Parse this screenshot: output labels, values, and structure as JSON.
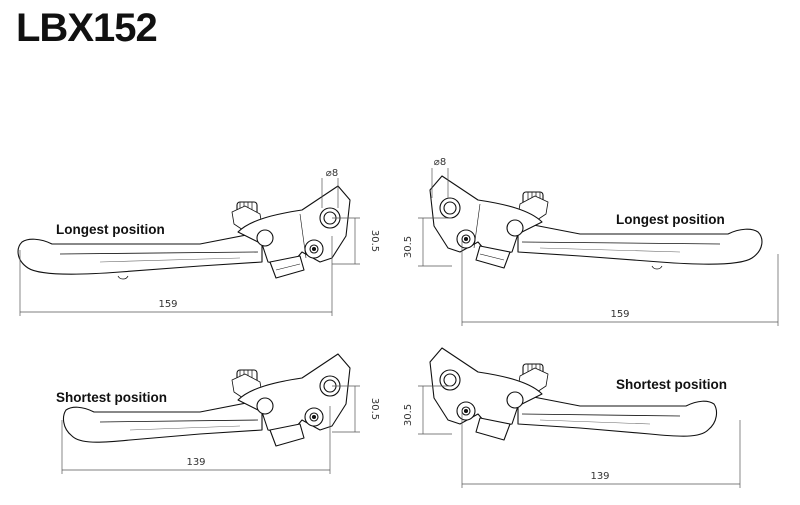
{
  "title": "LBX152",
  "labels": {
    "longest": "Longest position",
    "shortest": "Shortest position"
  },
  "dimensions": {
    "diameter": "⌀8",
    "height": "30.5",
    "length_long": "159",
    "length_short": "139"
  }
}
